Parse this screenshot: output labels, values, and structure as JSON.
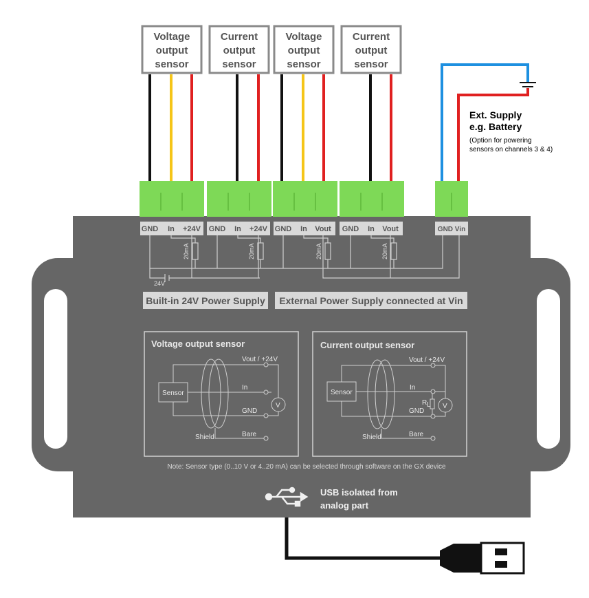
{
  "sensors": [
    {
      "line1": "Voltage",
      "line2": "output",
      "line3": "sensor"
    },
    {
      "line1": "Current",
      "line2": "output",
      "line3": "sensor"
    },
    {
      "line1": "Voltage",
      "line2": "output",
      "line3": "sensor"
    },
    {
      "line1": "Current",
      "line2": "output",
      "line3": "sensor"
    }
  ],
  "terminals": [
    [
      "GND",
      "In",
      "+24V"
    ],
    [
      "GND",
      "In",
      "+24V"
    ],
    [
      "GND",
      "In",
      "Vout"
    ],
    [
      "GND",
      "In",
      "Vout"
    ]
  ],
  "vin_terminal": "GND Vin",
  "resistor_label": "20mA",
  "supply_label": "24V",
  "panels": {
    "builtin": "Built-in 24V Power Supply",
    "external": "External Power Supply connected at Vin"
  },
  "ext_supply": {
    "line1": "Ext. Supply",
    "line2": "e.g. Battery",
    "note1": "(Option for powering",
    "note2": "sensors on channels 3 & 4)"
  },
  "schematic_voltage": {
    "title": "Voltage output sensor",
    "sensor": "Sensor",
    "vout": "Vout / +24V",
    "in": "In",
    "gnd": "GND",
    "shield": "Shield",
    "bare": "Bare",
    "meter": "V"
  },
  "schematic_current": {
    "title": "Current output sensor",
    "sensor": "Sensor",
    "vout": "Vout / +24V",
    "in": "In",
    "rl": "R",
    "rl_sub": "L",
    "gnd": "GND",
    "shield": "Shield",
    "bare": "Bare",
    "meter": "V"
  },
  "note": "Note: Sensor type (0..10 V or 4..20 mA) can be selected through software on the GX device",
  "usb": {
    "line1": "USB isolated from",
    "line2": "analog part"
  },
  "colors": {
    "housing": "#666666",
    "connector": "#7ed957",
    "wire_black": "#111111",
    "wire_yellow": "#f5c518",
    "wire_red": "#e02020",
    "wire_blue": "#1e90e0",
    "panel": "#d9d9d9"
  }
}
